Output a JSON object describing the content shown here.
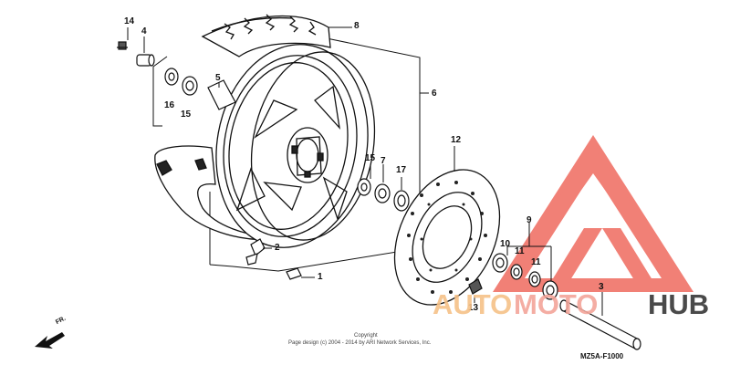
{
  "callouts": {
    "c1": "1",
    "c2": "2",
    "c3": "3",
    "c4": "4",
    "c5": "5",
    "c6": "6",
    "c7": "7",
    "c8": "8",
    "c9": "9",
    "c10": "10",
    "c11a": "11",
    "c11b": "11",
    "c12": "12",
    "c13": "13",
    "c14": "14",
    "c15a": "15",
    "c15b": "15",
    "c16": "16",
    "c17": "17"
  },
  "watermark": {
    "part1": "AUTO",
    "part2": "MOTO",
    "part3": "HUB",
    "colors": {
      "triangle": "#ee5a50",
      "auto": "#f6c188",
      "moto": "#f3a59a",
      "hub": "#2b2b2b"
    }
  },
  "footer": {
    "copyright_line1": "Copyright",
    "copyright_line2": "Page design (c) 2004 - 2014 by ARI Network Services, Inc.",
    "diagram_code": "MZ5A-F1000",
    "front_label": "FR."
  },
  "icons": [
    "front-arrow-icon",
    "watermark-triangle-logo"
  ]
}
